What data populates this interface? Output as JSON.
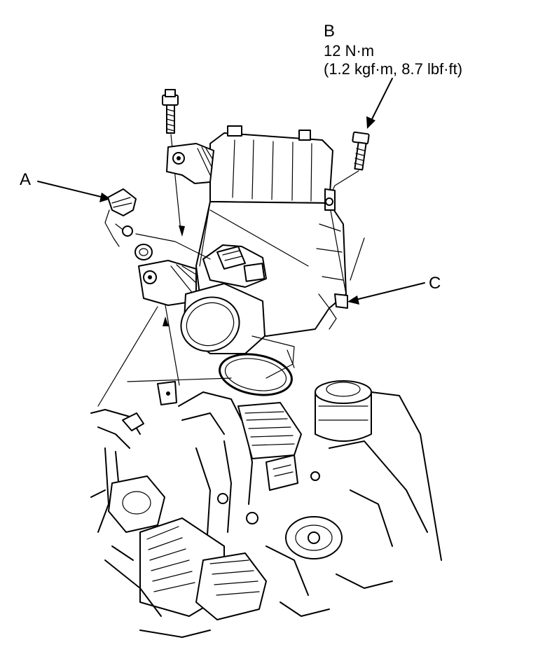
{
  "callouts": {
    "a": {
      "letter": "A"
    },
    "b": {
      "letter": "B",
      "torque_nm": "12 N·m",
      "torque_alt": "(1.2 kgf·m, 8.7 lbf·ft)"
    },
    "c": {
      "letter": "C"
    }
  },
  "colors": {
    "ink": "#000000",
    "paper": "#ffffff"
  }
}
